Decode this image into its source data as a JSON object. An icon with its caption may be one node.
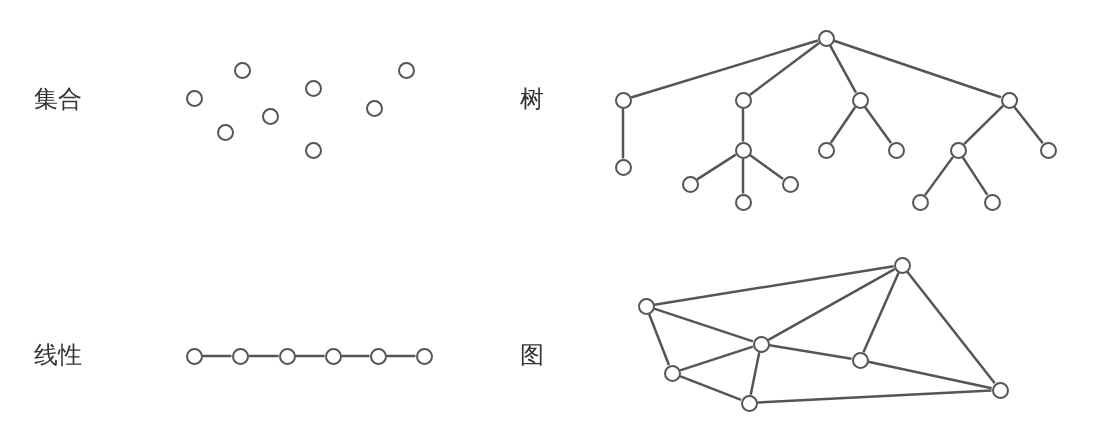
{
  "diagram": {
    "nodes": [
      {
        "text": [],
        "shape": "circle"
      },
      {
        "text": [],
        "shape": "circle"
      },
      {
        "text": [],
        "shape": "circle"
      },
      {
        "text": [],
        "shape": "circle"
      },
      {
        "text": [],
        "shape": "circle"
      },
      {
        "text": [],
        "shape": "circle"
      },
      {
        "text": [],
        "shape": "circle"
      },
      {
        "text": [],
        "shape": "circle"
      },
      {
        "text": [],
        "shape": "circle"
      },
      {
        "text": [],
        "shape": "circle"
      },
      {
        "text": [],
        "shape": "circle"
      },
      {
        "text": [],
        "shape": "circle"
      },
      {
        "text": [],
        "shape": "circle"
      },
      {
        "text": [],
        "shape": "circle"
      },
      {
        "text": [],
        "shape": "circle"
      },
      {
        "text": [],
        "shape": "circle"
      },
      {
        "text": [],
        "shape": "circle"
      },
      {
        "text": [],
        "shape": "circle"
      },
      {
        "text": [],
        "shape": "circle"
      },
      {
        "text": [],
        "shape": "circle"
      },
      {
        "text": [],
        "shape": "circle"
      },
      {
        "text": [],
        "shape": "circle"
      },
      {
        "text": [],
        "shape": "circle"
      },
      {
        "text": [],
        "shape": "circle"
      },
      {
        "text": [],
        "shape": "circle"
      },
      {
        "text": [],
        "shape": "circle"
      },
      {
        "text": [],
        "shape": "circle"
      },
      {
        "text": [],
        "shape": "circle"
      },
      {
        "text": [],
        "shape": "circle"
      },
      {
        "text": [],
        "shape": "circle"
      },
      {
        "text": [],
        "shape": "circle"
      },
      {
        "text": [],
        "shape": "circle"
      },
      {
        "text": [],
        "shape": "circle"
      },
      {
        "text": [],
        "shape": "circle"
      },
      {
        "text": [],
        "shape": "circle"
      },
      {
        "text": [],
        "shape": "circle"
      },
      {
        "text": [],
        "shape": "circle"
      }
    ],
    "edges": [
      {
        "from": 8,
        "to": 9,
        "arrow": "none"
      },
      {
        "from": 8,
        "to": 10,
        "arrow": "none"
      },
      {
        "from": 8,
        "to": 11,
        "arrow": "none"
      },
      {
        "from": 8,
        "to": 12,
        "arrow": "none"
      },
      {
        "from": 9,
        "to": 18,
        "arrow": "none"
      },
      {
        "from": 10,
        "to": 13,
        "arrow": "none"
      },
      {
        "from": 11,
        "to": 14,
        "arrow": "none"
      },
      {
        "from": 11,
        "to": 15,
        "arrow": "none"
      },
      {
        "from": 12,
        "to": 16,
        "arrow": "none"
      },
      {
        "from": 12,
        "to": 17,
        "arrow": "none"
      },
      {
        "from": 13,
        "to": 19,
        "arrow": "none"
      },
      {
        "from": 13,
        "to": 21,
        "arrow": "none"
      },
      {
        "from": 13,
        "to": 20,
        "arrow": "none"
      },
      {
        "from": 16,
        "to": 22,
        "arrow": "none"
      },
      {
        "from": 16,
        "to": 23,
        "arrow": "none"
      },
      {
        "from": 24,
        "to": 25,
        "arrow": "none"
      },
      {
        "from": 25,
        "to": 26,
        "arrow": "none"
      },
      {
        "from": 26,
        "to": 27,
        "arrow": "none"
      },
      {
        "from": 27,
        "to": 28,
        "arrow": "none"
      },
      {
        "from": 28,
        "to": 29,
        "arrow": "none"
      },
      {
        "from": 31,
        "to": 30,
        "arrow": "none"
      },
      {
        "from": 31,
        "to": 32,
        "arrow": "none"
      },
      {
        "from": 30,
        "to": 32,
        "arrow": "none"
      },
      {
        "from": 31,
        "to": 34,
        "arrow": "none"
      },
      {
        "from": 34,
        "to": 32,
        "arrow": "none"
      },
      {
        "from": 34,
        "to": 36,
        "arrow": "none"
      },
      {
        "from": 32,
        "to": 36,
        "arrow": "none"
      },
      {
        "from": 32,
        "to": 33,
        "arrow": "none"
      },
      {
        "from": 30,
        "to": 33,
        "arrow": "none"
      },
      {
        "from": 33,
        "to": 35,
        "arrow": "none"
      },
      {
        "from": 30,
        "to": 35,
        "arrow": "none"
      },
      {
        "from": 36,
        "to": 35,
        "arrow": "none"
      }
    ],
    "labels": [
      "集合",
      "树",
      "线性",
      "图"
    ]
  }
}
